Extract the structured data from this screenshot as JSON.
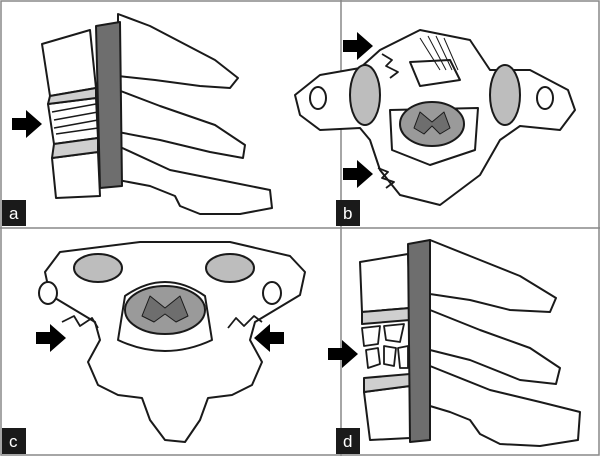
{
  "panels": [
    {
      "id": "a",
      "label": "a"
    },
    {
      "id": "b",
      "label": "b"
    },
    {
      "id": "c",
      "label": "c"
    },
    {
      "id": "d",
      "label": "d"
    }
  ],
  "colors": {
    "outline": "#1a1a1a",
    "bone_fill": "#ffffff",
    "ligament_gray": "#6e6e6e",
    "body_gray": "#bdbdbd",
    "disc_gray": "#cfcfcf",
    "cord_gray": "#9a9a9a",
    "label_bg": "#1a1a1a",
    "label_text": "#ffffff",
    "arrow": "#000000"
  },
  "icons": {
    "arrow": "black-arrow-right-icon",
    "arrow_left": "black-arrow-left-icon"
  }
}
